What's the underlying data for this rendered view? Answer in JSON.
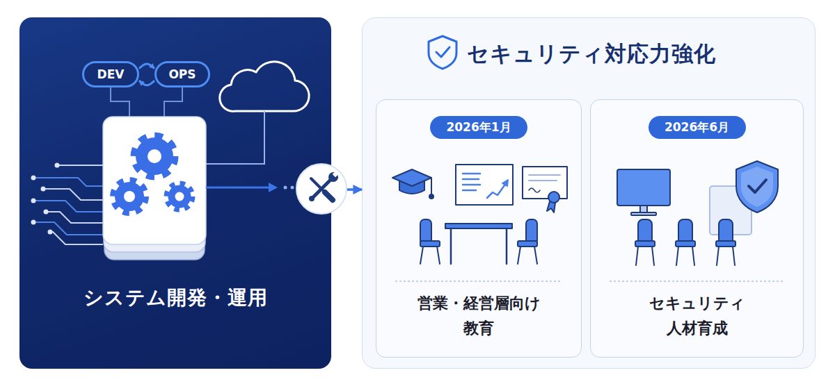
{
  "diagram": {
    "nodes": [
      {
        "text": [
          "システム開発・運用"
        ]
      },
      {
        "text": [
          "DEV"
        ],
        "in": 0
      },
      {
        "text": [
          "OPS"
        ],
        "in": 0
      },
      {
        "text": [
          "セキュリティ対応力強化"
        ]
      },
      {
        "text": [
          "2026年1月",
          "営業・経営層向け 教育"
        ],
        "in": 3
      },
      {
        "text": [
          "2026年6月",
          "セキュリティ 人材育成"
        ],
        "in": 3
      }
    ],
    "edges": [
      {
        "from": 1,
        "to": 2,
        "arrow": "to"
      },
      {
        "from": 2,
        "to": 1,
        "arrow": "to"
      },
      {
        "from": 0,
        "to": 3,
        "arrow": "to"
      }
    ]
  }
}
